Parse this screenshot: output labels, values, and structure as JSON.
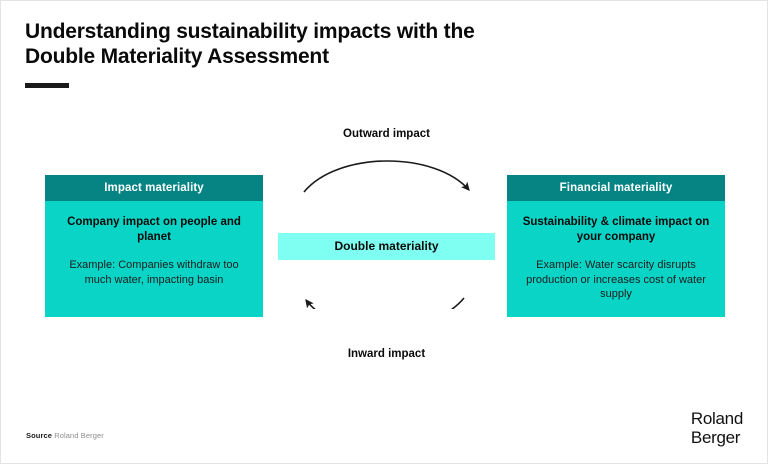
{
  "slide": {
    "title_lines": [
      "Understanding sustainability impacts with the",
      "Double Materiality Assessment"
    ]
  },
  "left_box": {
    "header": "Impact materiality",
    "title": "Company impact on people and planet",
    "example": "Example: Companies withdraw too much water, impacting basin",
    "header_color": "#068484",
    "body_color": "#0ad4c5"
  },
  "right_box": {
    "header": "Financial materiality",
    "title": "Sustainability & climate impact on your company",
    "example": "Example: Water scarcity disrupts production or increases cost of water supply",
    "header_color": "#068484",
    "body_color": "#0ad4c5"
  },
  "center": {
    "label": "Double materiality",
    "color": "#7ffff1"
  },
  "arrows": {
    "top_label": "Outward impact",
    "bottom_label": "Inward impact",
    "stroke_color": "#1a1a1a"
  },
  "footer": {
    "source_label": "Source",
    "source_value": "Roland Berger",
    "logo_line1": "Roland",
    "logo_line2": "Berger"
  }
}
